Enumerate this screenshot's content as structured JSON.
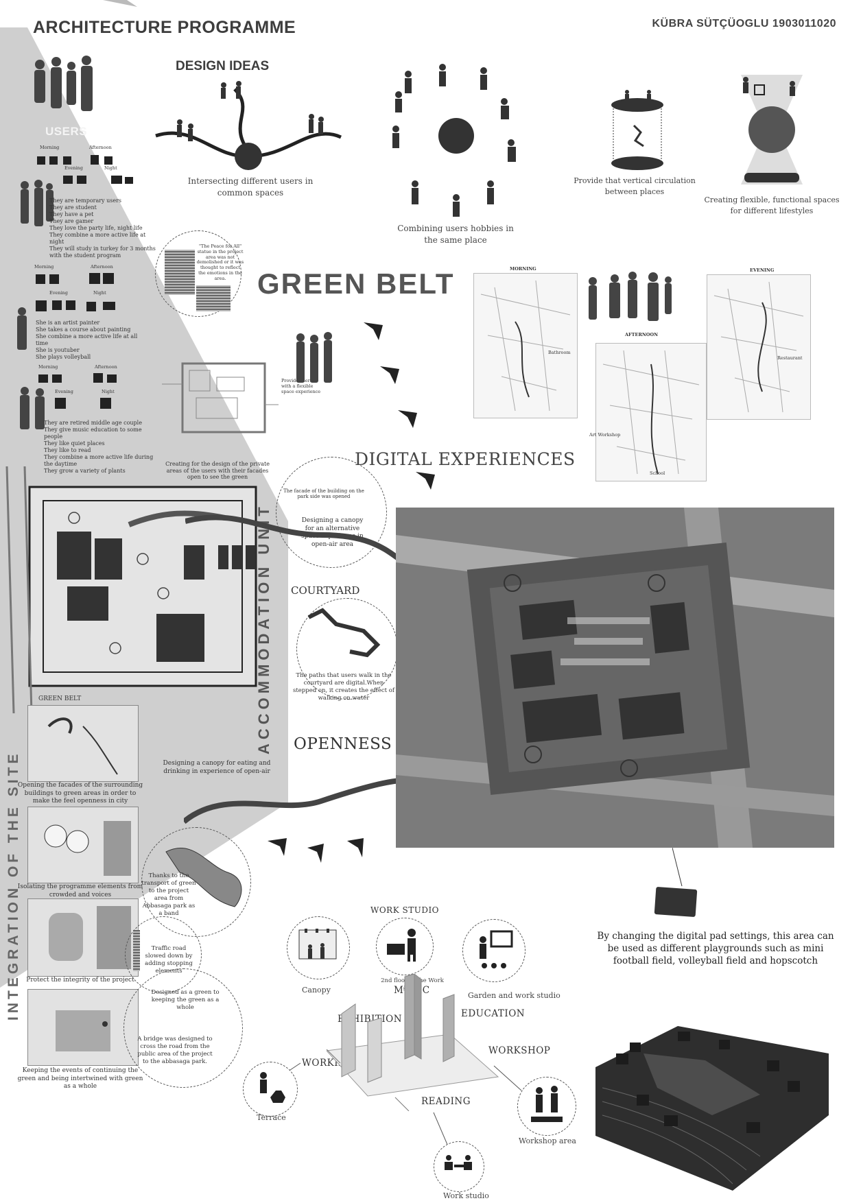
{
  "header": {
    "title": "ARCHITECTURE PROGRAMME",
    "author": "KÜBRA SÜTÇÜOGLU 1903011020"
  },
  "sections": {
    "design_ideas": "DESIGN IDEAS",
    "users": "USERS",
    "green_belt": "GREEN BELT",
    "digital_experiences": "DIGITAL EXPERIENCES",
    "courtyard": "COURTYARD",
    "openness": "OPENNESS",
    "accommodation_unit": "ACCOMMODATION UNIT",
    "integration_of_the_site": "INTEGRATION OF THE SITE"
  },
  "design_ideas": {
    "idea1": "Intersecting different users in common spaces",
    "idea2": "Combining users hobbies in the same place",
    "idea3": "Provide that vertical circulation between places",
    "idea4": "Creating flexible, functional spaces for different lifestyles"
  },
  "users": {
    "times": {
      "morning": "Morning",
      "afternoon": "Afternoon",
      "evening": "Evening",
      "night": "Night"
    },
    "group1": "They are temporary users\nThey are student\nThey have a pet\nThey are gamer\nThey love the party life, night life\nThey combine a more active life at night\nThey will study in turkey for 3 months with the student program",
    "group2": "She is an artist painter\nShe takes a course about painting\nShe combine a more active life at all time\nShe is youtuber\nShe plays volleyball",
    "group3": "They are retired middle age couple\nThey give music education to some people\nThey like quiet places\nThey like to read\nThey combine a more active life during the daytime\nThey grow a variety of plants"
  },
  "daily_maps": {
    "morning": "MORNING",
    "afternoon": "AFTERNOON",
    "evening": "EVENING",
    "labels": [
      "Bathroom",
      "Restaurant",
      "School",
      "Art Workshop"
    ]
  },
  "annotations": {
    "statue": "\"The Peace for All\" statue in the project area was not demolished or it was thought to reflect the emotions in the area.",
    "flexible": "Provide users with a flexible space experience",
    "private_areas": "Creating for the design of the private areas of the users with their facades open to see the green",
    "facade_opened": "The facade of the building on the park side was opened",
    "canopy_alt": "Designing a canopy for an alternative space experience in open-air area",
    "paths_digital": "The paths that users walk in the courtyard are digital.When stepped on, it creates the effect of walking on water",
    "canopy_eat": "Designing a canopy for eating and drinking in experience of open-air",
    "green_transport": "Thanks to the transport of green to the project area from Abbasaga park as a band",
    "traffic_slowed": "Traffic road slowed down by adding stopping elements",
    "keep_green": "Designed as a green to keeping the green as a whole",
    "bridge": "A bridge was designed to cross the road from the public area of the project to the abbasaga park."
  },
  "site_steps": {
    "green_belt_label": "GREEN BELT",
    "step1": "Opening the facades of the surrounding buildings to green areas in order to make the feel openness in city",
    "step2": "Isolating the programme elements from crowded and voices",
    "step3": "Protect the integrity of the project",
    "step4": "Keeping the events of continuing the green and being intertwined with green as a whole"
  },
  "digital_pad": {
    "caption": "By changing the digital pad settings, this area can be used as different playgrounds such as mini football field, volleyball field and hopscotch"
  },
  "programme": {
    "work_studio_title": "WORK STUDIO",
    "canopy": "Canopy",
    "second_floor": "2nd floor of the Work studio",
    "garden_work": "Garden and work studio",
    "music": "MUSIC",
    "exhibition": "EXHIBITION",
    "education": "EDUCATION",
    "workshop": "WORKSHOP",
    "working": "WORKING",
    "reading": "READING",
    "terrace": "Terrace",
    "workshop_area": "Workshop area",
    "work_studio": "Work studio"
  }
}
